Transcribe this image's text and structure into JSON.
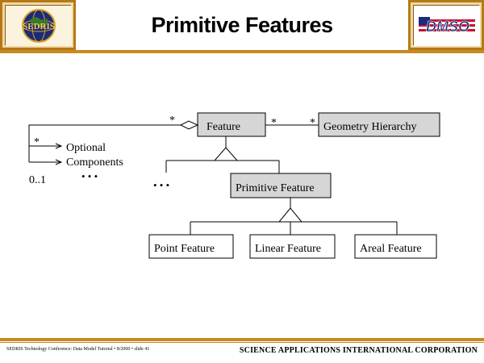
{
  "header": {
    "title": "Primitive Features",
    "left_logo": {
      "icon": "sedris-globe-logo",
      "text": "SEDRIS"
    },
    "right_logo": {
      "icon": "dmso-logo",
      "text": "DMSO"
    }
  },
  "diagram": {
    "feature_label": "Feature",
    "geometry_hierarchy_label": "Geometry Hierarchy",
    "optional_components_line1": "Optional",
    "optional_components_line2": "Components",
    "primitive_feature_label": "Primitive Feature",
    "point_feature_label": "Point Feature",
    "linear_feature_label": "Linear Feature",
    "areal_feature_label": "Areal Feature",
    "mult_feature_self": "*",
    "mult_feature_geom": "*",
    "mult_geom": "*",
    "mult_optional": "*",
    "mult_zero_one": "0..1",
    "ellipsis_components": "• • •",
    "ellipsis_subclasses": "• • •",
    "box_fill_color": "#d6d6d6"
  },
  "footer": {
    "left_text": "SEDRIS Technology Conference: Data Model Tutorial • 8/2000 • slide 41",
    "right_text": "SCIENCE APPLICATIONS INTERNATIONAL CORPORATION"
  },
  "colors": {
    "band": "#c8891e",
    "logo_frame": "#b57a16",
    "logo_bg": "#f0d9a8"
  }
}
